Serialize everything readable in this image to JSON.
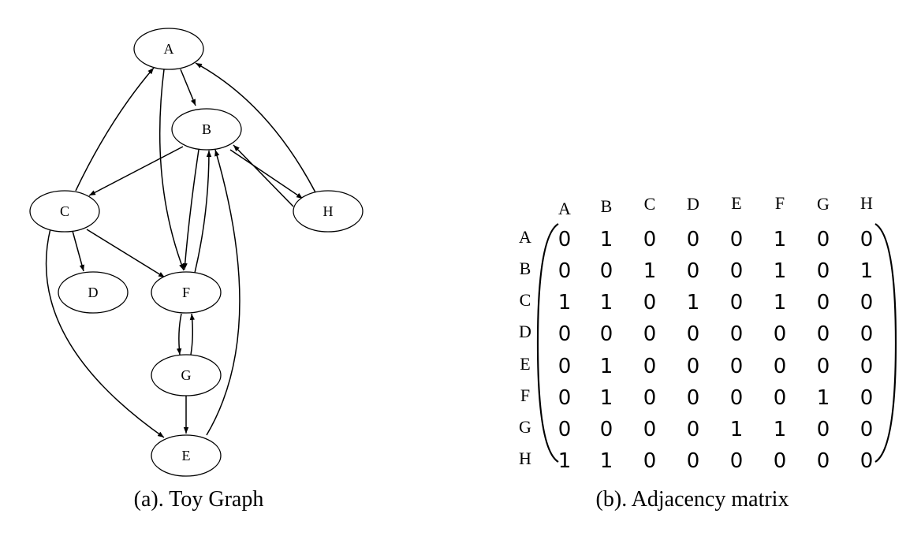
{
  "graph": {
    "caption": "(a). Toy Graph",
    "nodes": [
      "A",
      "B",
      "C",
      "D",
      "E",
      "F",
      "G",
      "H"
    ],
    "edges": [
      [
        "A",
        "B"
      ],
      [
        "A",
        "F"
      ],
      [
        "B",
        "C"
      ],
      [
        "B",
        "F"
      ],
      [
        "B",
        "H"
      ],
      [
        "C",
        "A"
      ],
      [
        "C",
        "D"
      ],
      [
        "C",
        "F"
      ],
      [
        "C",
        "E"
      ],
      [
        "E",
        "B"
      ],
      [
        "F",
        "B"
      ],
      [
        "F",
        "G"
      ],
      [
        "G",
        "F"
      ],
      [
        "G",
        "E"
      ],
      [
        "H",
        "A"
      ],
      [
        "H",
        "B"
      ]
    ]
  },
  "matrix": {
    "caption": "(b). Adjacency matrix",
    "col_labels": [
      "A",
      "B",
      "C",
      "D",
      "E",
      "F",
      "G",
      "H"
    ],
    "row_labels": [
      "A",
      "B",
      "C",
      "D",
      "E",
      "F",
      "G",
      "H"
    ],
    "rows": [
      [
        0,
        1,
        0,
        0,
        0,
        1,
        0,
        0
      ],
      [
        0,
        0,
        1,
        0,
        0,
        1,
        0,
        1
      ],
      [
        1,
        1,
        0,
        1,
        0,
        1,
        0,
        0
      ],
      [
        0,
        0,
        0,
        0,
        0,
        0,
        0,
        0
      ],
      [
        0,
        1,
        0,
        0,
        0,
        0,
        0,
        0
      ],
      [
        0,
        1,
        0,
        0,
        0,
        0,
        1,
        0
      ],
      [
        0,
        0,
        0,
        0,
        1,
        1,
        0,
        0
      ],
      [
        1,
        1,
        0,
        0,
        0,
        0,
        0,
        0
      ]
    ]
  }
}
